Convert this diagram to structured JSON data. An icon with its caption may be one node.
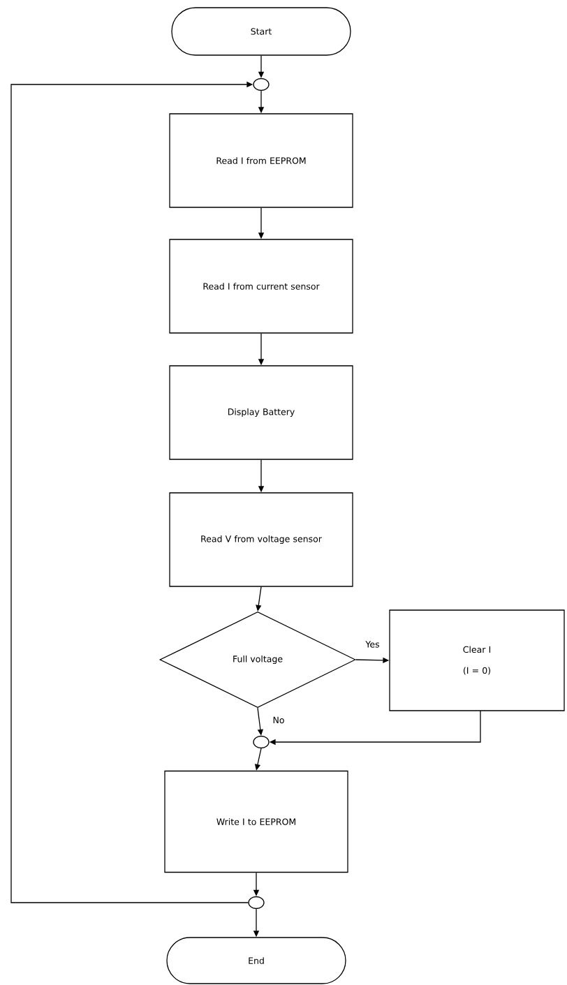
{
  "diagram": {
    "nodes": [
      {
        "text": [
          "Start"
        ]
      },
      {
        "text": [],
        "shape": "circle"
      },
      {
        "text": [
          "Read I from EEPROM"
        ]
      },
      {
        "text": [
          "Read I from current sensor"
        ]
      },
      {
        "text": [
          "Display Battery"
        ]
      },
      {
        "text": [
          "Read V from voltage sensor"
        ]
      },
      {
        "text": [
          "Full voltage"
        ]
      },
      {
        "text": [
          "Clear I",
          "(I = 0)"
        ]
      },
      {
        "text": [],
        "shape": "circle"
      },
      {
        "text": [
          "Write I to EEPROM"
        ]
      },
      {
        "text": [],
        "shape": "circle"
      },
      {
        "text": [
          "End"
        ]
      }
    ],
    "edges": [
      {
        "from": 0,
        "to": 1,
        "arrow": "to"
      },
      {
        "from": 1,
        "to": 2,
        "arrow": "to"
      },
      {
        "from": 2,
        "to": 3,
        "arrow": "to"
      },
      {
        "from": 3,
        "to": 4,
        "arrow": "to"
      },
      {
        "from": 4,
        "to": 5,
        "arrow": "to"
      },
      {
        "from": 5,
        "to": 6,
        "arrow": "to"
      },
      {
        "from": 6,
        "to": 7,
        "arrow": "to",
        "label": "Yes"
      },
      {
        "from": 6,
        "to": 8,
        "arrow": "to",
        "label": "No"
      },
      {
        "from": 7,
        "to": 8,
        "arrow": "to"
      },
      {
        "from": 8,
        "to": 9,
        "arrow": "to"
      },
      {
        "from": 9,
        "to": 10,
        "arrow": "to"
      },
      {
        "from": 10,
        "to": 1,
        "arrow": "to"
      },
      {
        "from": 10,
        "to": 11,
        "arrow": "to"
      }
    ]
  }
}
